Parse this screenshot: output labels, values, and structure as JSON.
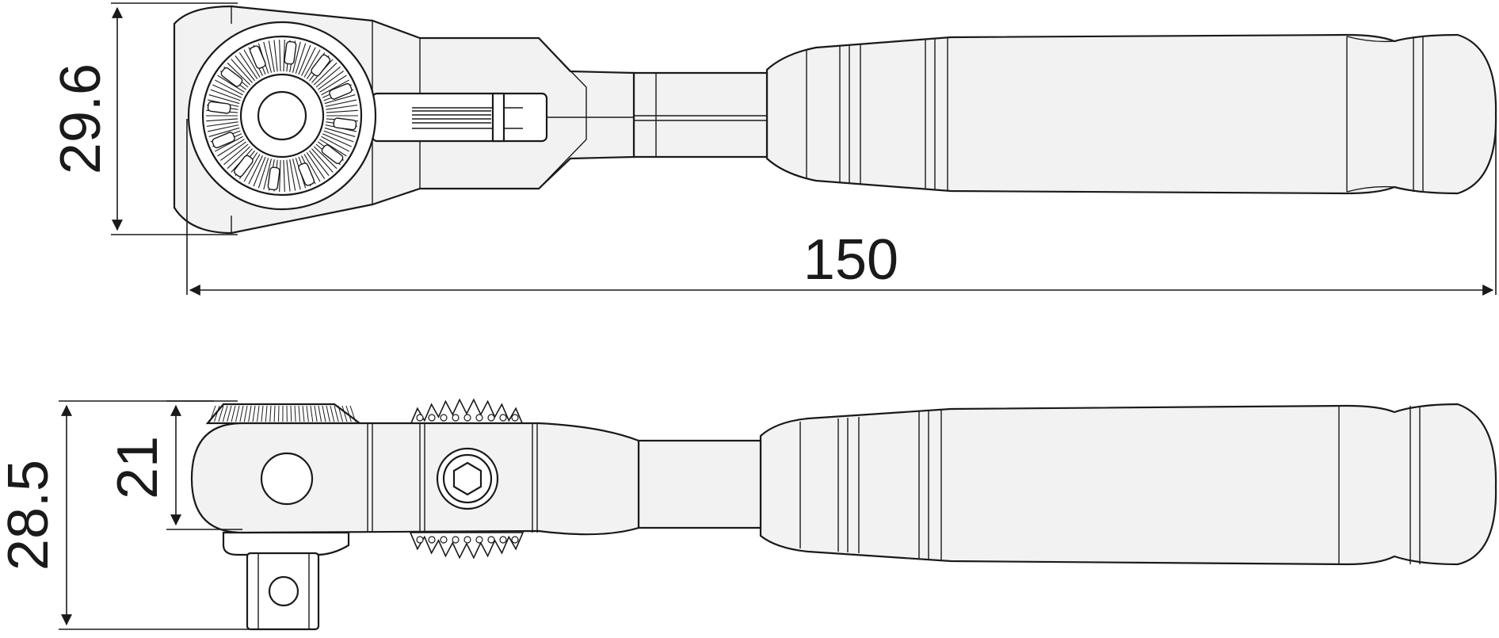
{
  "dimensions": {
    "top_height": "29.6",
    "total_length": "150",
    "side_height": "28.5",
    "side_head_height": "21"
  },
  "colors": {
    "line": "#1a1a1a",
    "fill": "#f2f2f2",
    "background": "#ffffff"
  }
}
